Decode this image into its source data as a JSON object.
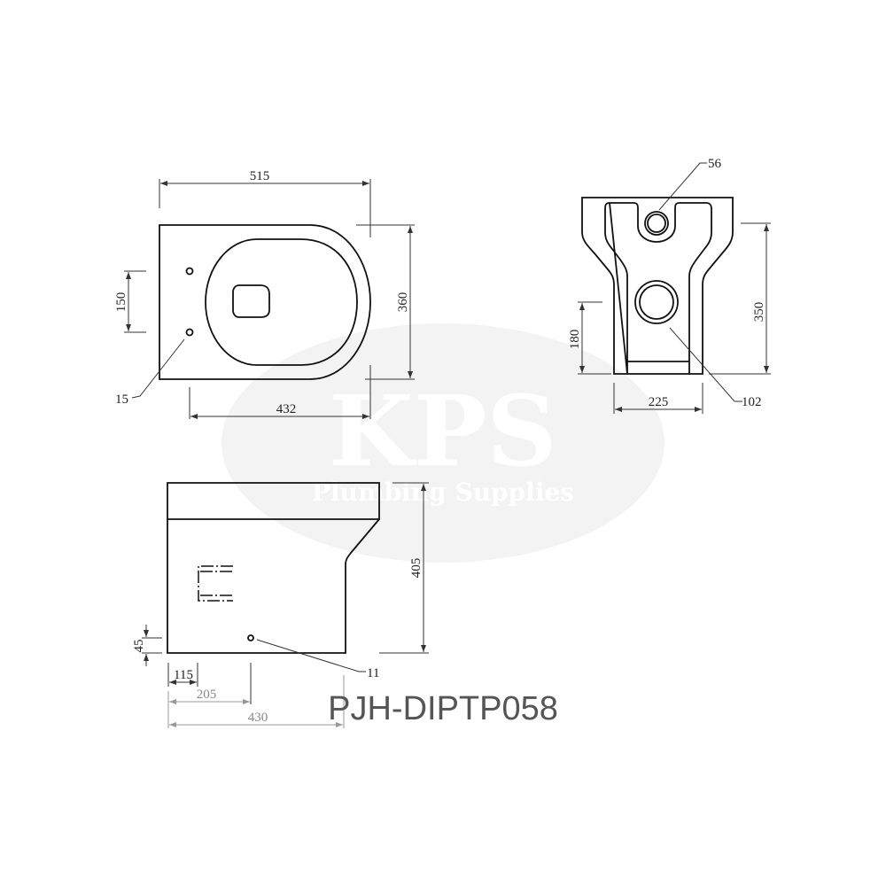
{
  "product_code": "PJH-DIPTP058",
  "watermark": {
    "logo": "KPS",
    "tagline": "Plumbing Supplies"
  },
  "top_view": {
    "width": "515",
    "depth": "360",
    "fixing_spacing": "150",
    "fixing_hole": "15",
    "projection": "432"
  },
  "rear_view": {
    "inlet": "56",
    "outlet": "102",
    "height": "350",
    "outlet_height": "180",
    "base_width": "225"
  },
  "side_view": {
    "height": "405",
    "hole_height": "45",
    "dim_115": "115",
    "dim_205": "205",
    "depth": "430",
    "hole": "11"
  }
}
